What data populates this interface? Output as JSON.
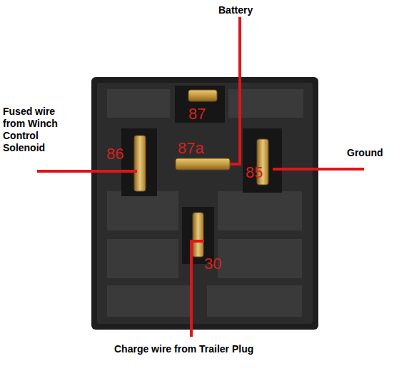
{
  "diagram": {
    "labels": [
      "Battery",
      "87",
      "Fused wire from Winch Control Solenoid",
      "86",
      "87a",
      "85",
      "Ground",
      "30",
      "Charge wire from Trailer Plug"
    ]
  }
}
